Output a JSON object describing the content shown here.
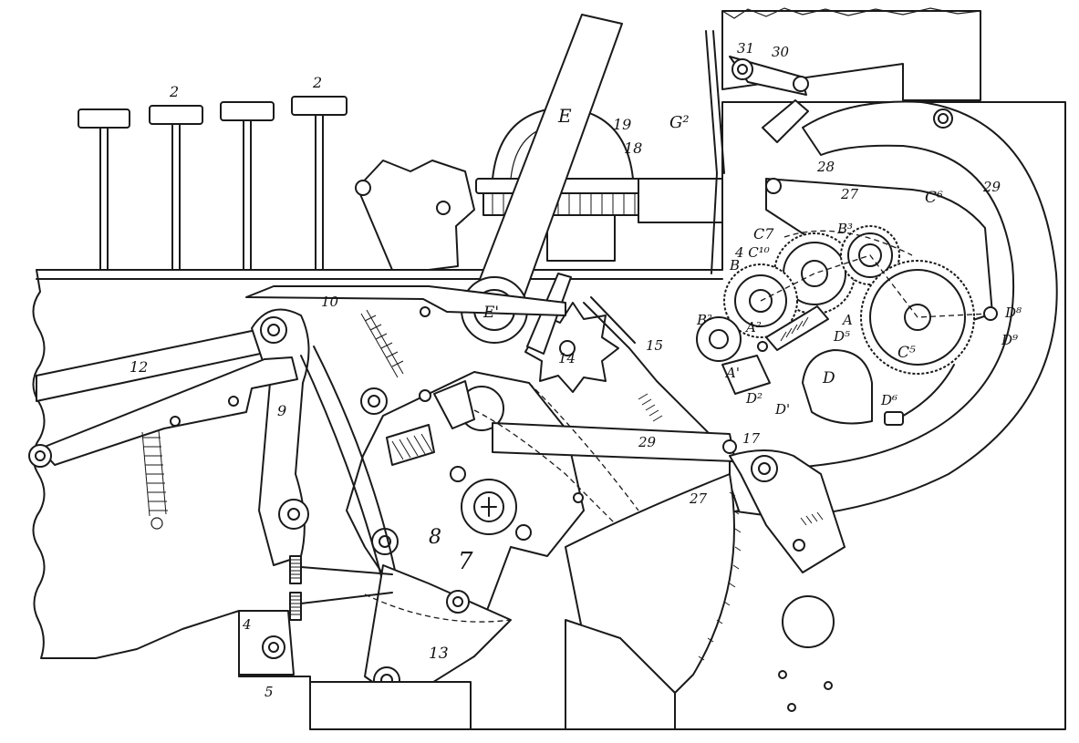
{
  "labels": {
    "l_2a": "2",
    "l_2b": "2",
    "l_E": "E",
    "l_19": "19",
    "l_18": "18",
    "l_G2": "G²",
    "l_31": "31",
    "l_30": "30",
    "l_28": "28",
    "l_27a": "27",
    "l_29a": "29",
    "l_C6": "C⁶",
    "l_C7": "C7",
    "l_B3": "B³",
    "l_C10": "4 C¹⁰",
    "l_B": "B",
    "l_10": "10",
    "l_Eprime": "E'",
    "l_14": "14",
    "l_15": "15",
    "l_B2": "B²",
    "l_A2": "A²",
    "l_A": "A",
    "l_D5": "D⁵",
    "l_C5": "C⁵",
    "l_D8": "D⁸",
    "l_D9": "D⁹",
    "l_A1": "A'",
    "l_D2": "D²",
    "l_D1": "D'",
    "l_D": "D",
    "l_D6": "D⁶",
    "l_12": "12",
    "l_9": "9",
    "l_29b": "29",
    "l_17": "17",
    "l_27b": "27",
    "l_8": "8",
    "l_7": "7",
    "l_4": "4",
    "l_5": "5",
    "l_13": "13"
  }
}
